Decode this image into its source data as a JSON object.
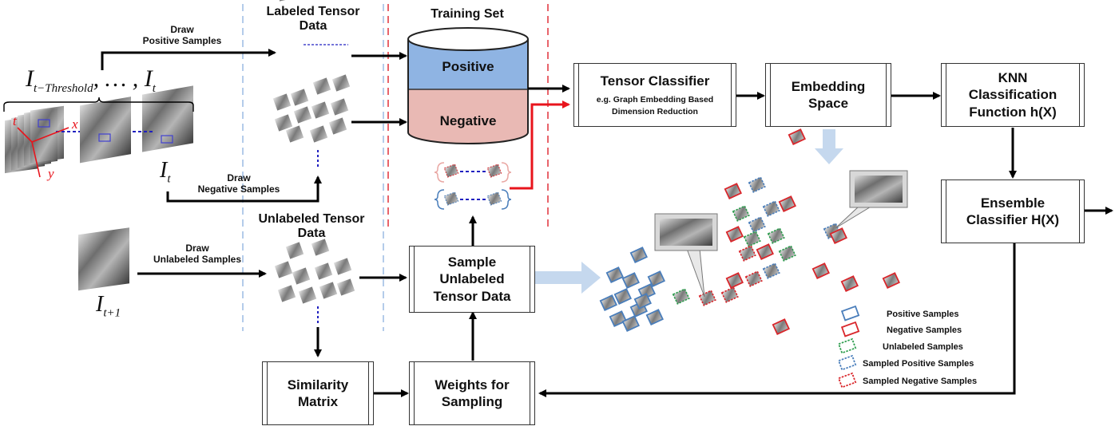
{
  "labels": {
    "draw_positive": "Draw\nPositive Samples",
    "draw_negative": "Draw\nNegative Samples",
    "draw_unlabeled": "Draw\nUnlabeled Samples",
    "labeled_tensor_data": "Labeled Tensor\nData",
    "unlabeled_tensor_data": "Unlabeled Tensor\nData",
    "training_set": "Training Set",
    "positive": "Positive",
    "negative": "Negative"
  },
  "math": {
    "frames_range_main": "I",
    "frames_range_sub": "t−Threshold",
    "frames_range_tail": ", … , I",
    "frames_range_tail_sub": "t",
    "frame_t": "I",
    "frame_t_sub": "t",
    "frame_t1": "I",
    "frame_t1_sub": "t+1",
    "axis_t": "t",
    "axis_x": "x",
    "axis_y": "y"
  },
  "boxes": {
    "tensor_classifier": {
      "title": "Tensor Classifier",
      "subtitle": "e.g. Graph Embedding Based\nDimension Reduction"
    },
    "embedding_space": "Embedding\nSpace",
    "knn": "KNN\nClassification\nFunction h(X)",
    "ensemble": "Ensemble\nClassifier H(X)",
    "sample_unlabeled": "Sample\nUnlabeled\nTensor Data",
    "weights": "Weights for\nSampling",
    "similarity": "Similarity\nMatrix"
  },
  "legend": [
    {
      "label": "Positive Samples",
      "stroke": "#4a7ebb",
      "dash": false
    },
    {
      "label": "Negative Samples",
      "stroke": "#d9262b",
      "dash": false
    },
    {
      "label": "Unlabeled Samples",
      "stroke": "#2f9e4f",
      "dash": true
    },
    {
      "label": "Sampled Positive Samples",
      "stroke": "#4a7ebb",
      "dash": true
    },
    {
      "label": "Sampled Negative Samples",
      "stroke": "#d9262b",
      "dash": true
    }
  ],
  "colors": {
    "positive_fill": "#8fb4e3",
    "negative_fill": "#e9b9b4",
    "blue_dashed_line": "#9bbbe3",
    "red_dashed_line": "#e0303a",
    "arrow": "#000000",
    "red_arrow": "#e8141c",
    "light_arrow": "#c5d8ee"
  }
}
